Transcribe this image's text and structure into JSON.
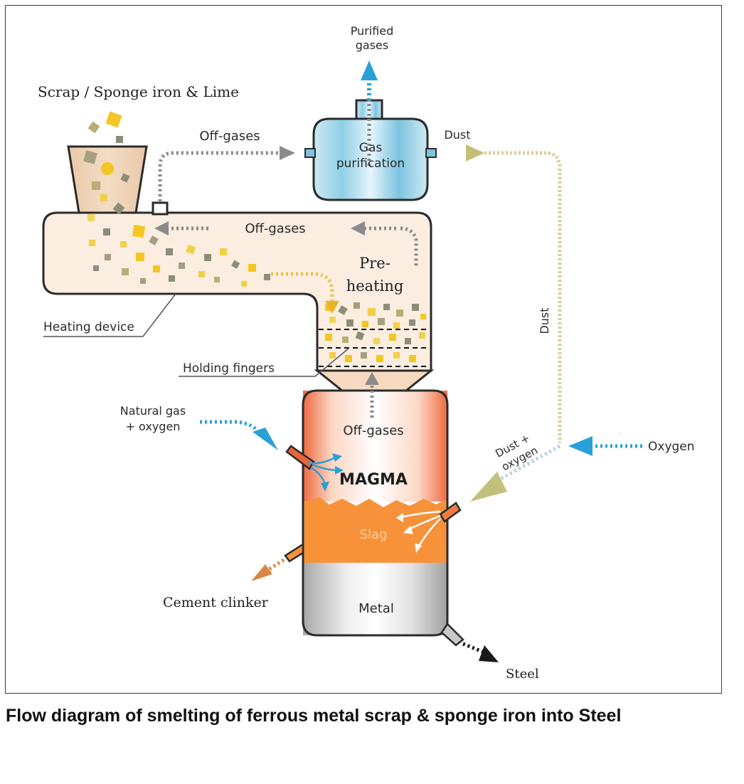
{
  "diagram": {
    "labels": {
      "scrap_input": "Scrap / Sponge iron  & Lime",
      "purified_gases_1": "Purified",
      "purified_gases_2": "gases",
      "off_gases_top": "Off-gases",
      "gas_purification_1": "Gas",
      "gas_purification_2": "purification",
      "dust_top": "Dust",
      "off_gases_mid": "Off-gases",
      "preheating_1": "Pre-",
      "preheating_2": "heating",
      "dust_vertical": "Dust",
      "heating_device": "Heating device",
      "holding_fingers": "Holding fingers",
      "natural_gas_1": "Natural gas",
      "natural_gas_2": "+ oxygen",
      "off_gases_furnace": "Off-gases",
      "dust_oxygen_1": "Dust +",
      "dust_oxygen_2": "oxygen",
      "oxygen": "Oxygen",
      "magma": "MAGMA",
      "slag": "Slag",
      "cement_clinker": "Cement clinker",
      "metal": "Metal",
      "steel": "Steel"
    },
    "colors": {
      "gas_arrow": "#8a8a8a",
      "dust_line": "#d8cf96",
      "dust_arrow": "#c2c07a",
      "blue_arrow": "#2aa0d8",
      "outline": "#2b2b2b",
      "chamber_fill": "#fbeee0",
      "magma_fill": "#f07844",
      "slag_fill": "#f7923a",
      "metal_fill": "#d4d4d4",
      "clinker_arrow": "#d8884a",
      "steel_arrow": "#1a1a1a"
    }
  },
  "caption": "Flow diagram of smelting of ferrous metal scrap & sponge iron into Steel"
}
